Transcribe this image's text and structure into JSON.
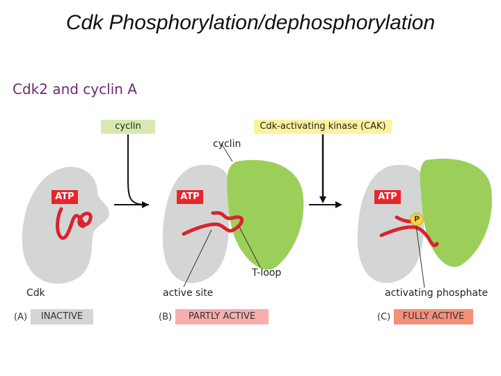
{
  "title": "Cdk Phosphorylation/dephosphorylation",
  "subtitle": "Cdk2 and cyclin A",
  "boxes": {
    "cyclin": "cyclin",
    "cak": "Cdk-activating kinase (CAK)"
  },
  "labels": {
    "cyclin": "cyclin",
    "cdk": "Cdk",
    "active_site": "active site",
    "t_loop": "T-loop",
    "activating_phosphate": "activating phosphate",
    "phosphate": "P"
  },
  "atp": {
    "a": "ATP",
    "b": "ATP",
    "c": "ATP"
  },
  "panels": [
    {
      "letter": "(A)",
      "state": "INACTIVE"
    },
    {
      "letter": "(B)",
      "state": "PARTLY ACTIVE"
    },
    {
      "letter": "(C)",
      "state": "FULLY ACTIVE"
    }
  ],
  "colors": {
    "cdk": "#d4d6d5",
    "cyclin": "#9bcf5a",
    "atp": "#e8252b",
    "loop": "#d9232e",
    "inactive_bg": "#d4d6d5",
    "partly_bg": "#f7aeae",
    "fully_bg": "#f4907a",
    "cyclin_box": "#d8e8b0",
    "cak_box": "#fbf29c",
    "phosphate": "#f6d33a"
  }
}
